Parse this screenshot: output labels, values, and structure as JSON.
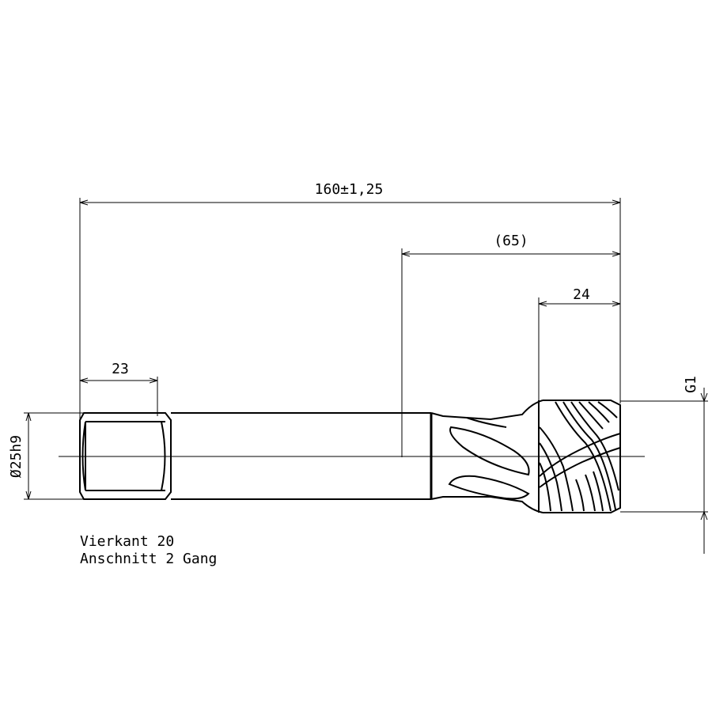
{
  "dimensions": {
    "overall_length": "160±1,25",
    "head_length": "(65)",
    "thread_length": "24",
    "square_length": "23",
    "shank_diameter": "Ø25h9",
    "thread_size": "G1"
  },
  "notes": {
    "line1": "Vierkant 20",
    "line2": "Anschnitt 2 Gang"
  }
}
